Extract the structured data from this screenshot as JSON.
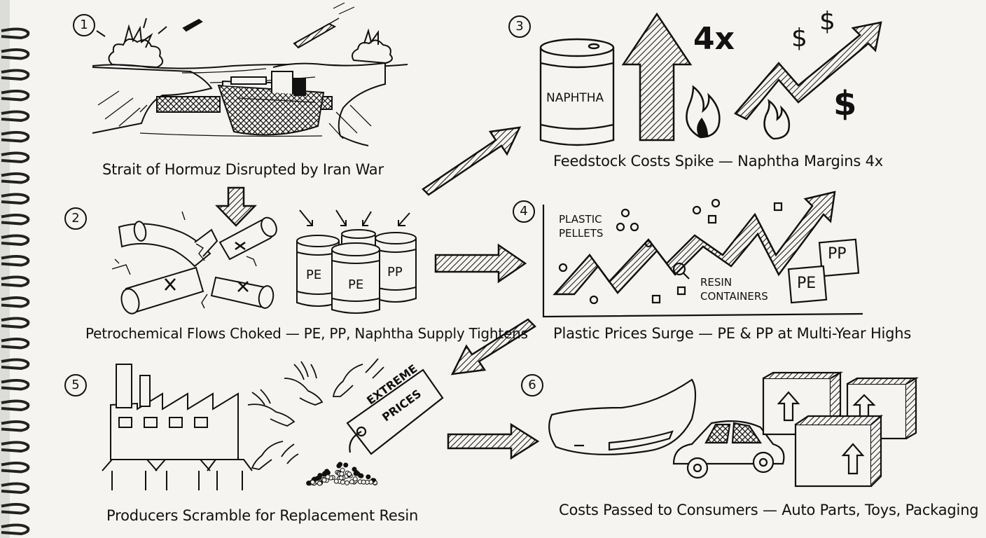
{
  "colors": {
    "ink": "#111111",
    "paper": "#f5f4f1",
    "binding": "#222222"
  },
  "steps": [
    {
      "number": "1",
      "caption": "Strait of Hormuz Disrupted by Iran War"
    },
    {
      "number": "2",
      "caption": "Petrochemical Flows Choked — PE, PP, Naphtha Supply Tightens"
    },
    {
      "number": "3",
      "caption": "Feedstock Costs Spike — Naphtha Margins 4x"
    },
    {
      "number": "4",
      "caption": "Plastic Prices Surge — PE & PP at Multi-Year Highs"
    },
    {
      "number": "5",
      "caption": "Producers Scramble for Replacement Resin"
    },
    {
      "number": "6",
      "caption": "Costs Passed to Consumers — Auto Parts, Toys, Packaging"
    }
  ],
  "labels": {
    "barrel_pe_left": "PE",
    "barrel_pe_front": "PE",
    "barrel_pp": "PP",
    "naphtha_barrel": "NAPHTHA",
    "multiplier": "4x",
    "dollar": "$",
    "plastic_pellets_line1": "PLASTIC",
    "plastic_pellets_line2": "PELLETS",
    "resin_containers_line1": "RESIN",
    "resin_containers_line2": "CONTAINERS",
    "box_pp": "PP",
    "box_pe": "PE",
    "tag_line1": "EXTREME",
    "tag_line2": "PRICES",
    "x_mark": "X"
  }
}
